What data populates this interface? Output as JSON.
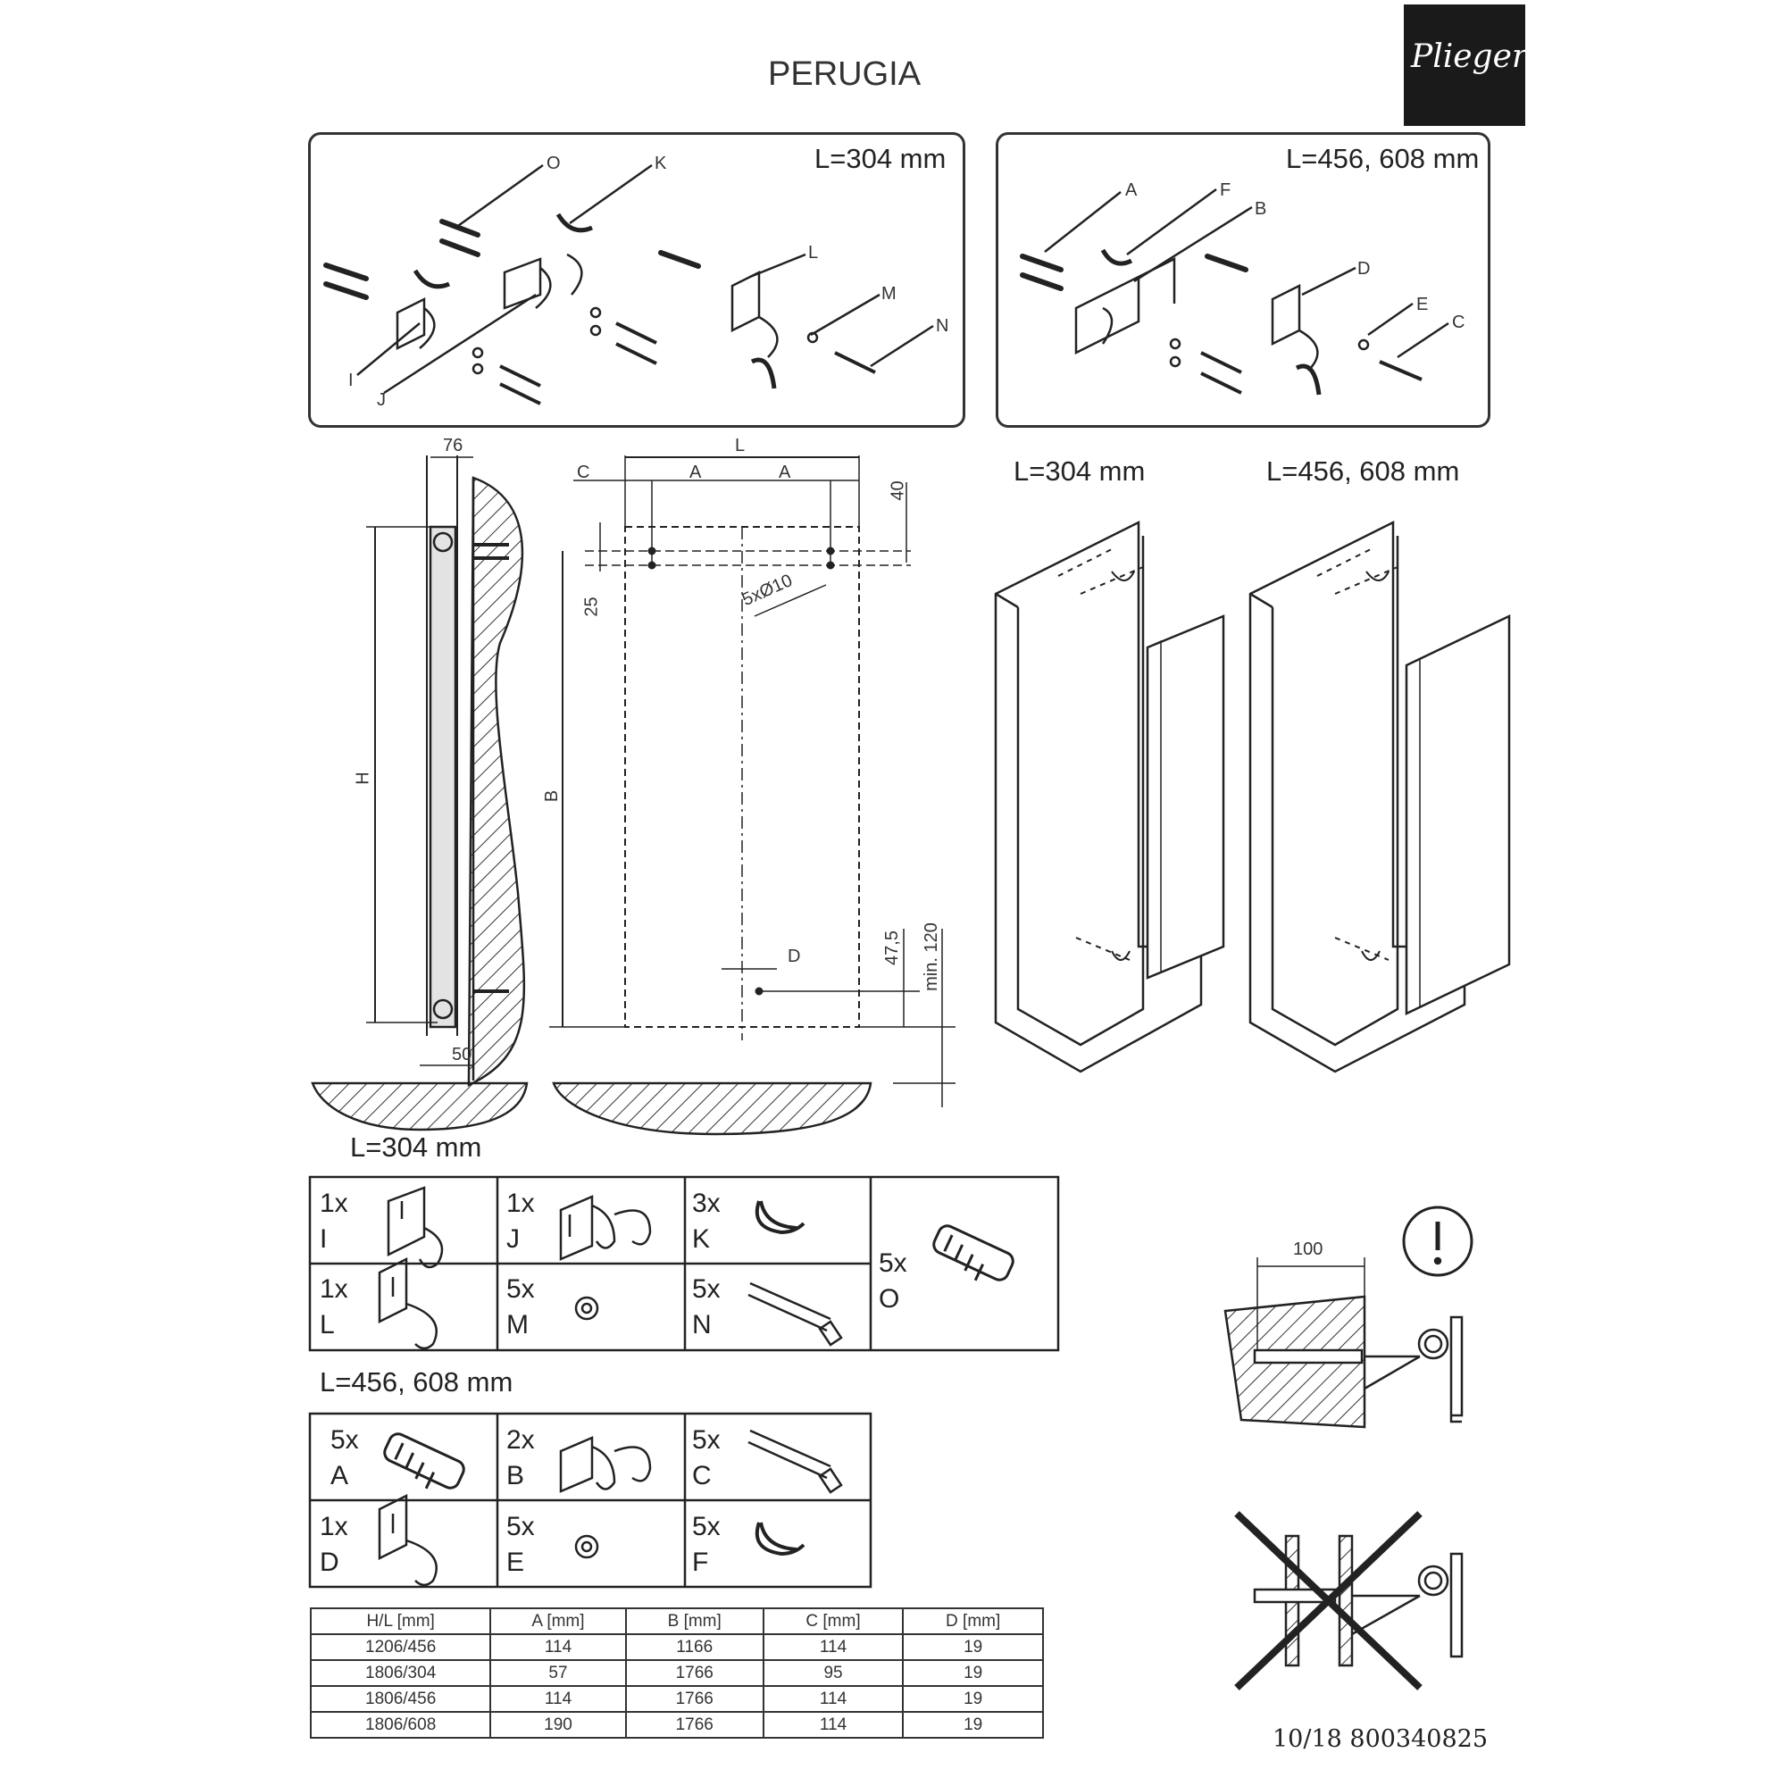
{
  "header": {
    "title": "PERUGIA",
    "brand_logo": "Plieger"
  },
  "kit_boxes": {
    "left_label": "L=304 mm",
    "right_label": "L=456, 608 mm",
    "left_letters": [
      "O",
      "K",
      "L",
      "M",
      "N",
      "I",
      "J"
    ],
    "right_letters": [
      "A",
      "F",
      "B",
      "D",
      "E",
      "C"
    ]
  },
  "dimensions": {
    "depth": "76",
    "bottom_offset": "50",
    "height_label": "H",
    "length_label": "L",
    "c_label": "C",
    "a_label": "A",
    "b_label": "B",
    "d_label": "D",
    "top_40": "40",
    "top_25": "25",
    "holes": "5xØ10",
    "d_47_5": "47,5",
    "min_120": "min. 120"
  },
  "perspective": {
    "left_label": "L=304 mm",
    "right_label": "L=456, 608 mm"
  },
  "parts_304": {
    "heading": "L=304 mm",
    "items": [
      {
        "qty": "1x",
        "code": "I",
        "icon": "bracket-icon"
      },
      {
        "qty": "1x",
        "code": "J",
        "icon": "double-bracket-icon"
      },
      {
        "qty": "3x",
        "code": "K",
        "icon": "clip-icon"
      },
      {
        "qty": "5x",
        "code": "O",
        "icon": "wall-plug-icon"
      },
      {
        "qty": "1x",
        "code": "L",
        "icon": "hook-bracket-icon"
      },
      {
        "qty": "5x",
        "code": "M",
        "icon": "washer-icon"
      },
      {
        "qty": "5x",
        "code": "N",
        "icon": "screw-icon"
      }
    ]
  },
  "parts_456": {
    "heading": "L=456, 608 mm",
    "items": [
      {
        "qty": "5x",
        "code": "A",
        "icon": "wall-plug-icon"
      },
      {
        "qty": "2x",
        "code": "B",
        "icon": "double-bracket-icon"
      },
      {
        "qty": "5x",
        "code": "C",
        "icon": "screw-icon"
      },
      {
        "qty": "1x",
        "code": "D",
        "icon": "hook-bracket-icon"
      },
      {
        "qty": "5x",
        "code": "E",
        "icon": "washer-icon"
      },
      {
        "qty": "5x",
        "code": "F",
        "icon": "clip-icon"
      }
    ]
  },
  "spec_table": {
    "headers": [
      "H/L [mm]",
      "A [mm]",
      "B [mm]",
      "C [mm]",
      "D [mm]"
    ],
    "rows": [
      [
        "1206/456",
        "114",
        "1166",
        "114",
        "19"
      ],
      [
        "1806/304",
        "57",
        "1766",
        "95",
        "19"
      ],
      [
        "1806/456",
        "114",
        "1766",
        "114",
        "19"
      ],
      [
        "1806/608",
        "190",
        "1766",
        "114",
        "19"
      ]
    ]
  },
  "install_detail": {
    "distance": "100",
    "warning_symbol": "!"
  },
  "footer": {
    "doc_number": "10/18 800340825"
  }
}
